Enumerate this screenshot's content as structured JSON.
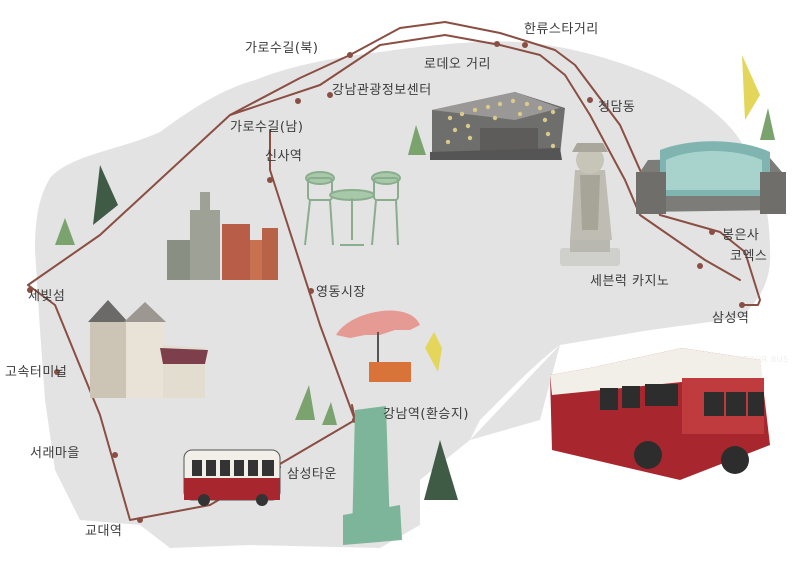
{
  "map": {
    "colors": {
      "land": "#e3e3e4",
      "route": "#8a4e42",
      "text": "#3b3b3b",
      "tree_dark": "#3f5b45",
      "tree_light": "#7aa36d",
      "tree_yellow": "#e3d65a",
      "bus_red": "#a8262d",
      "bus_white": "#f2efe9",
      "umbrella": "#e59b93",
      "tower_green": "#7db59a"
    },
    "stops": {
      "garosu_north": "가로수길(북)",
      "hallyu_street": "한류스타거리",
      "rodeo_street": "로데오 거리",
      "gangnam_tourist_info": "강남관광정보센터",
      "cheongdam": "청담동",
      "garosu_south": "가로수길(남)",
      "sinsa_station": "신사역",
      "bongeunsa": "봉은사",
      "coex": "코엑스",
      "seven_luck_casino": "세븐럭 카지노",
      "samseong_station": "삼성역",
      "sebitseom": "세빛섬",
      "yeongdong_market": "영동시장",
      "express_bus_terminal": "고속터미널",
      "gangnam_station": "강남역(환승지)",
      "seorae_village": "서래마을",
      "samsung_town": "삼성타운",
      "gyodae_station": "교대역"
    },
    "bus_sign": "SEOUL CITY TOUR BUS"
  }
}
